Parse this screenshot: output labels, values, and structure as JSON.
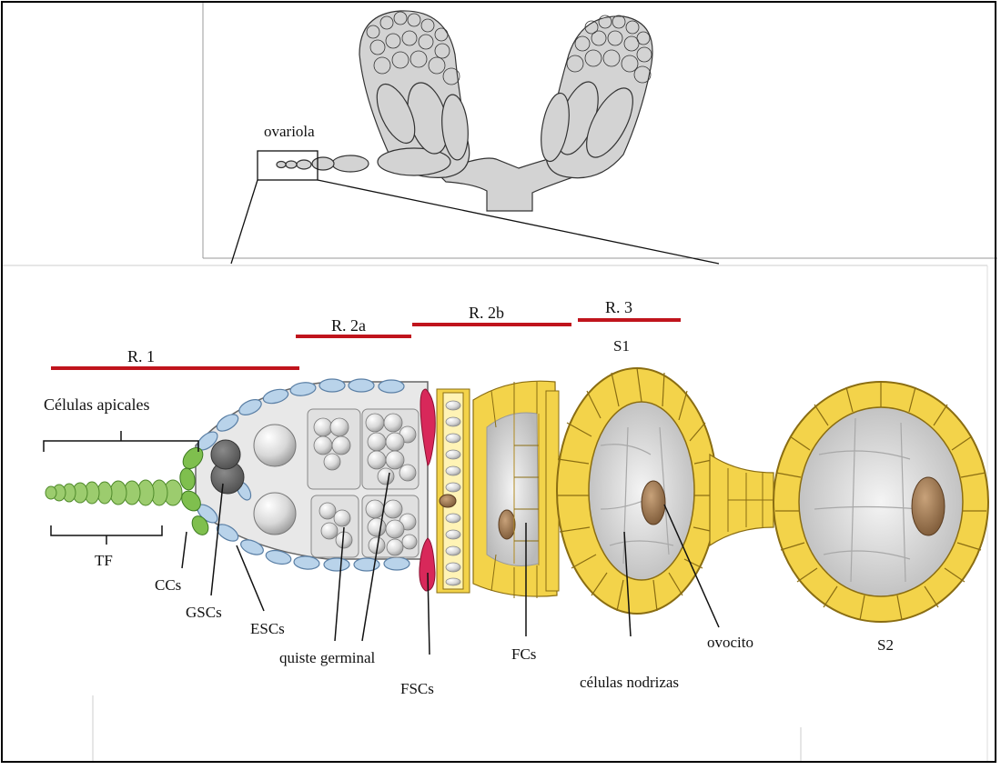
{
  "top_panel": {
    "label": "ovariola"
  },
  "regions": {
    "r1": "R. 1",
    "r2a": "R. 2a",
    "r2b": "R. 2b",
    "r3": "R. 3",
    "bar_color": "#c0141c"
  },
  "labels": {
    "apical_cells": "Células apicales",
    "tf": "TF",
    "ccs": "CCs",
    "gscs": "GSCs",
    "escs": "ESCs",
    "germ_cyst": "quiste germinal",
    "fscs": "FSCs",
    "fcs": "FCs",
    "nurse_cells": "células nodrizas",
    "oocyte": "ovocito",
    "s1": "S1",
    "s2": "S2"
  },
  "colors": {
    "terminal_filament": "#9ccc6e",
    "cap_cells": "#7fbf4e",
    "escort_cells": "#b9d3ea",
    "follicle_cells": "#f3d34a",
    "fsc": "#d8285a",
    "oocyte": "#9a7650",
    "germ_cells": "#cfcfcf"
  }
}
